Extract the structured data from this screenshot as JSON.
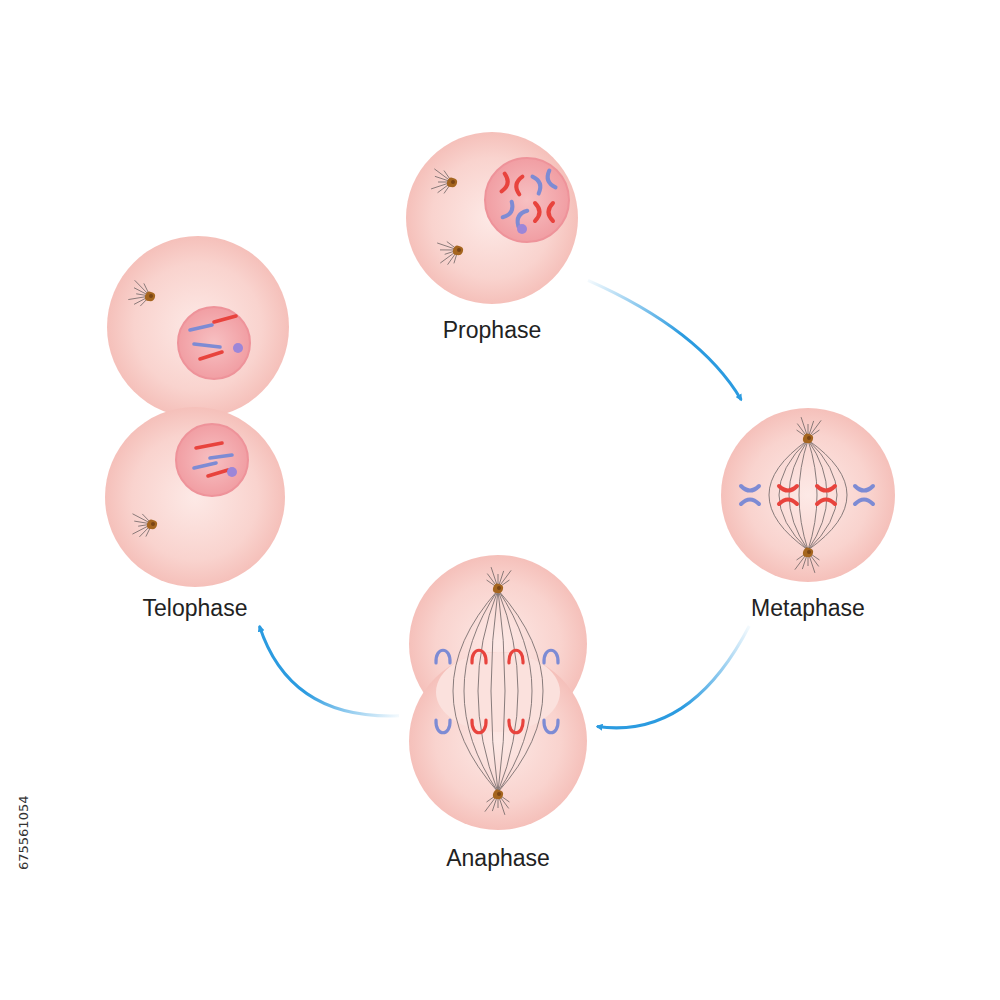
{
  "diagram": {
    "nodes": [
      {
        "text": [
          "Prophase"
        ]
      },
      {
        "text": [
          "Metaphase"
        ]
      },
      {
        "text": [
          "Anaphase"
        ]
      },
      {
        "text": [
          "Telophase"
        ]
      }
    ],
    "edges": [
      {
        "from": 0,
        "to": 1,
        "arrow": "to"
      },
      {
        "from": 1,
        "to": 2,
        "arrow": "to"
      },
      {
        "from": 2,
        "to": 3,
        "arrow": "to"
      }
    ],
    "labels": [
      "675561054"
    ]
  }
}
